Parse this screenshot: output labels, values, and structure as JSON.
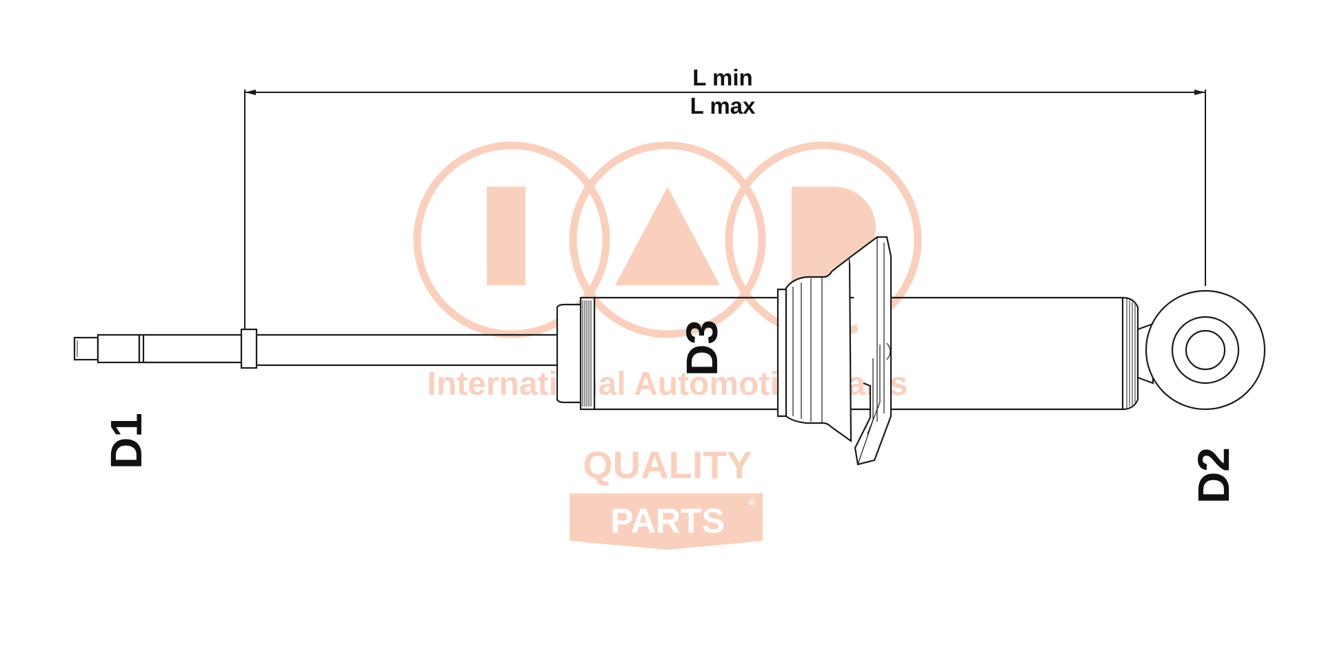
{
  "dimension_labels": {
    "l_min": "L min",
    "l_max": "L max",
    "d1": "D1",
    "d2": "D2",
    "d3": "D3"
  },
  "watermark": {
    "tagline": "International Automotive Parts",
    "badge_top": "QUALITY",
    "badge_bottom": "PARTS",
    "registered_mark": "®",
    "color": "#f7c9b4"
  },
  "colors": {
    "line": "#1a1a1a",
    "background": "#ffffff"
  }
}
